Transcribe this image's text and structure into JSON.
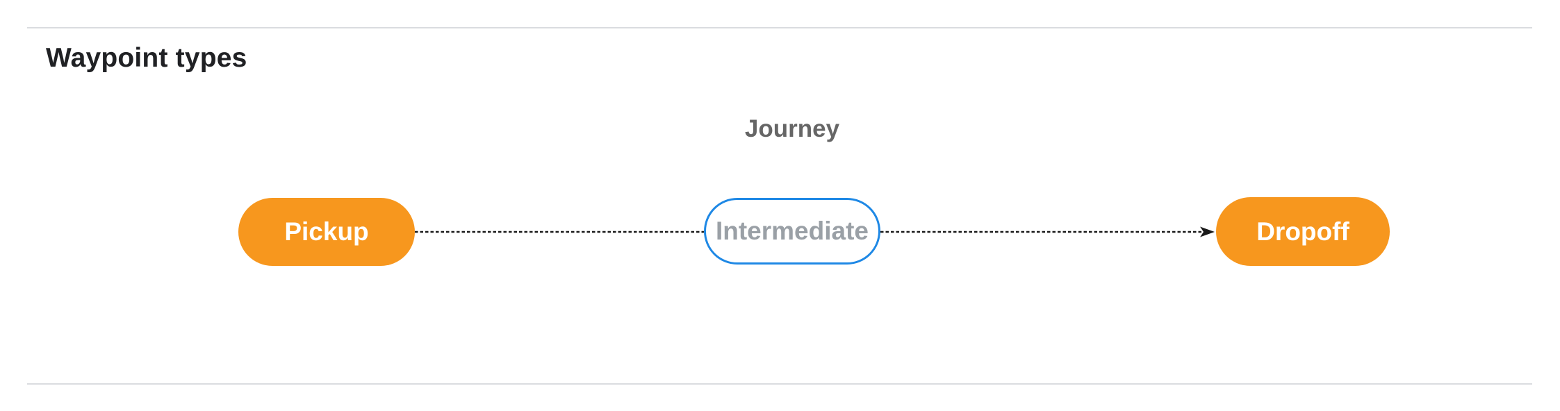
{
  "section": {
    "title": "Waypoint types"
  },
  "diagram": {
    "group_label": "Journey",
    "nodes": [
      {
        "id": "pickup",
        "label": "Pickup",
        "kind": "terminal"
      },
      {
        "id": "intermediate",
        "label": "Intermediate",
        "kind": "via"
      },
      {
        "id": "dropoff",
        "label": "Dropoff",
        "kind": "terminal"
      }
    ],
    "edges": [
      {
        "from": "pickup",
        "to": "intermediate",
        "style": "dashed",
        "arrowhead": false
      },
      {
        "from": "intermediate",
        "to": "dropoff",
        "style": "dashed",
        "arrowhead": true
      }
    ],
    "colors": {
      "terminal_fill": "#F7971E",
      "terminal_text": "#FFFFFF",
      "via_fill": "#FFFFFF",
      "via_border": "#1E88E5",
      "via_text": "#9AA0A6",
      "group_label_text": "#666666",
      "edge_stroke": "#1A1A1A",
      "divider": "#DADCE0",
      "title_text": "#202124",
      "background": "#FFFFFF"
    }
  }
}
